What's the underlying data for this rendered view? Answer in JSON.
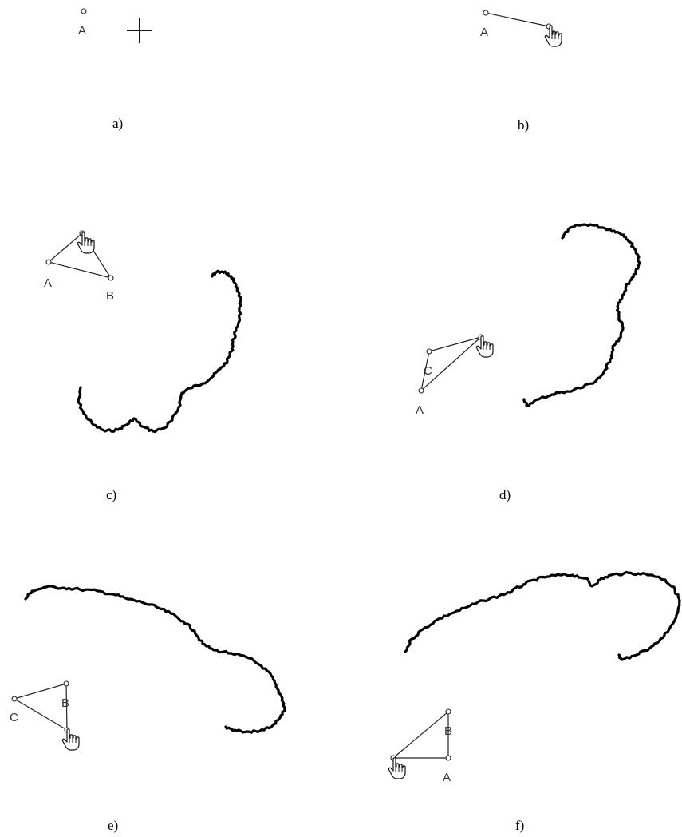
{
  "panels": [
    {
      "caption": "a)",
      "labels": {
        "A": "A"
      }
    },
    {
      "caption": "b)",
      "labels": {
        "A": "A"
      }
    },
    {
      "caption": "c)",
      "labels": {
        "A": "A",
        "B": "B"
      }
    },
    {
      "caption": "d)",
      "labels": {
        "A": "A",
        "C": "C"
      }
    },
    {
      "caption": "e)",
      "labels": {
        "C": "C",
        "B": "B"
      }
    },
    {
      "caption": "f)",
      "labels": {
        "B": "B",
        "A": "A"
      }
    }
  ]
}
